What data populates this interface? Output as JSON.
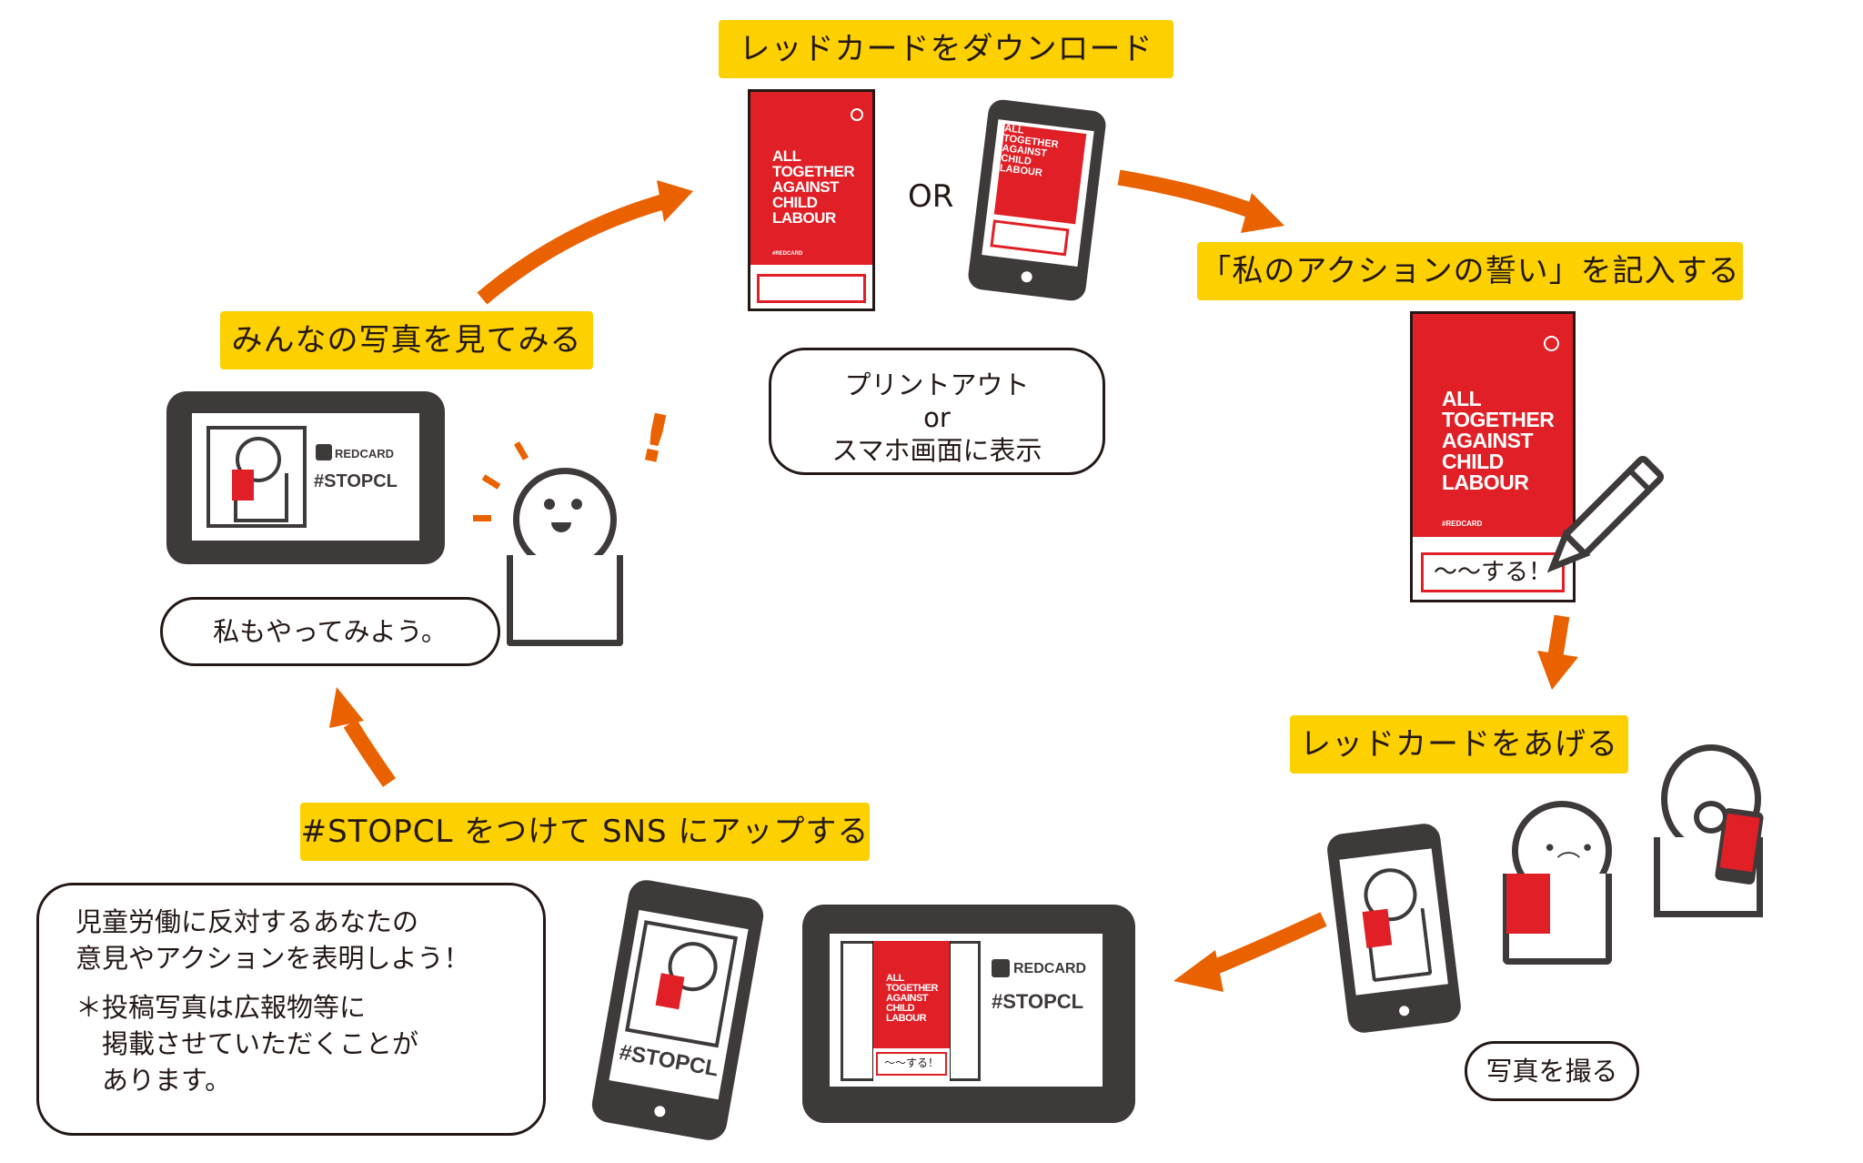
{
  "steps": {
    "download": {
      "label": "レッドカードをダウンロード",
      "or_text": "OR",
      "bubble_lines": [
        "プリントアウト",
        "or",
        "スマホ画面に表示"
      ]
    },
    "write_pledge": {
      "label": "「私のアクションの誓い」を記入する",
      "pledge_text": "〜〜する！"
    },
    "raise_card": {
      "label": "レッドカードをあげる",
      "bubble": "写真を撮る"
    },
    "post_sns": {
      "label": "#STOPCL をつけて SNS にアップする",
      "bubble_lines": [
        "児童労働に反対するあなたの",
        "意見やアクションを表明しよう！"
      ],
      "note_lines": [
        "＊投稿写真は広報物等に",
        "　掲載させていただくことが",
        "　あります。"
      ]
    },
    "see_photos": {
      "label": "みんなの写真を見てみる",
      "bubble": "私もやってみよう。",
      "exclamation": "!"
    }
  },
  "red_card": {
    "title": "ALL\nTOGETHER\nAGAINST\nCHILD\nLABOUR",
    "hashtag": "#REDCARD"
  },
  "sns_post": {
    "account": "REDCARD",
    "hashtag": "#STOPCL"
  },
  "colors": {
    "label_bg": "#fdd000",
    "arrow": "#ea6100",
    "card_red": "#e01f26",
    "device": "#3e3a39",
    "ink": "#231815"
  }
}
